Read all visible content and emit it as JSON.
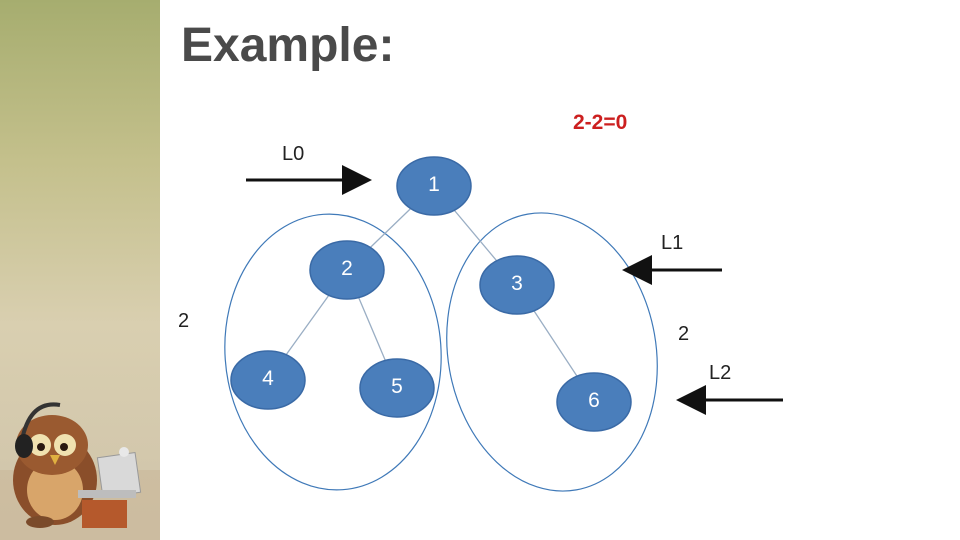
{
  "slide": {
    "title": "Example:",
    "result": "2-2=0"
  },
  "levels": {
    "l0": "L0",
    "l1": "L1",
    "l2": "L2"
  },
  "heights": {
    "left": "2",
    "right": "2"
  },
  "tree": {
    "nodes": [
      {
        "id": "1",
        "label": "1"
      },
      {
        "id": "2",
        "label": "2"
      },
      {
        "id": "3",
        "label": "3"
      },
      {
        "id": "4",
        "label": "4"
      },
      {
        "id": "5",
        "label": "5"
      },
      {
        "id": "6",
        "label": "6"
      }
    ],
    "edges": [
      [
        "1",
        "2"
      ],
      [
        "1",
        "3"
      ],
      [
        "2",
        "4"
      ],
      [
        "2",
        "5"
      ],
      [
        "3",
        "6"
      ]
    ]
  },
  "colors": {
    "node_fill": "#4a7ebb",
    "node_stroke": "#3a6aa6",
    "ellipse_stroke": "#3f79b8",
    "edge": "#9aaec4",
    "result": "#cc1f1f"
  }
}
